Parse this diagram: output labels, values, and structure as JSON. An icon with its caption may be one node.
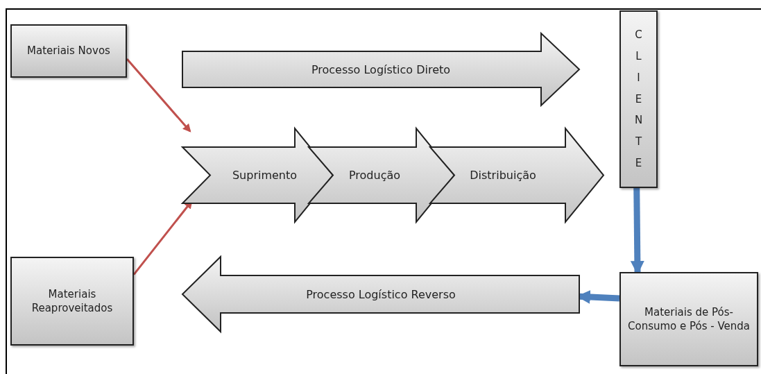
{
  "diagram": {
    "nodes": [
      {
        "text": [
          "Materiais Novos"
        ]
      },
      {
        "text": [
          "Processo Logístico Direto"
        ]
      },
      {
        "text": [
          "CLIENTE"
        ]
      },
      {
        "text": [
          "Suprimento"
        ]
      },
      {
        "text": [
          "Produção"
        ]
      },
      {
        "text": [
          "Distribuição"
        ]
      },
      {
        "text": [
          "Materiais Reaproveitados"
        ]
      },
      {
        "text": [
          "Processo Logístico Reverso"
        ]
      },
      {
        "text": [
          "Materiais de Pós-Consumo e Pós - Venda"
        ]
      }
    ],
    "edges": [
      {
        "from": 0,
        "to": 3,
        "arrow": "to"
      },
      {
        "from": 6,
        "to": 3,
        "arrow": "to"
      },
      {
        "from": 2,
        "to": 8,
        "arrow": "to",
        "style": "thick",
        "color": "#4f81bd"
      },
      {
        "from": 8,
        "to": 7,
        "arrow": "to",
        "style": "thick",
        "color": "#4f81bd"
      }
    ]
  }
}
